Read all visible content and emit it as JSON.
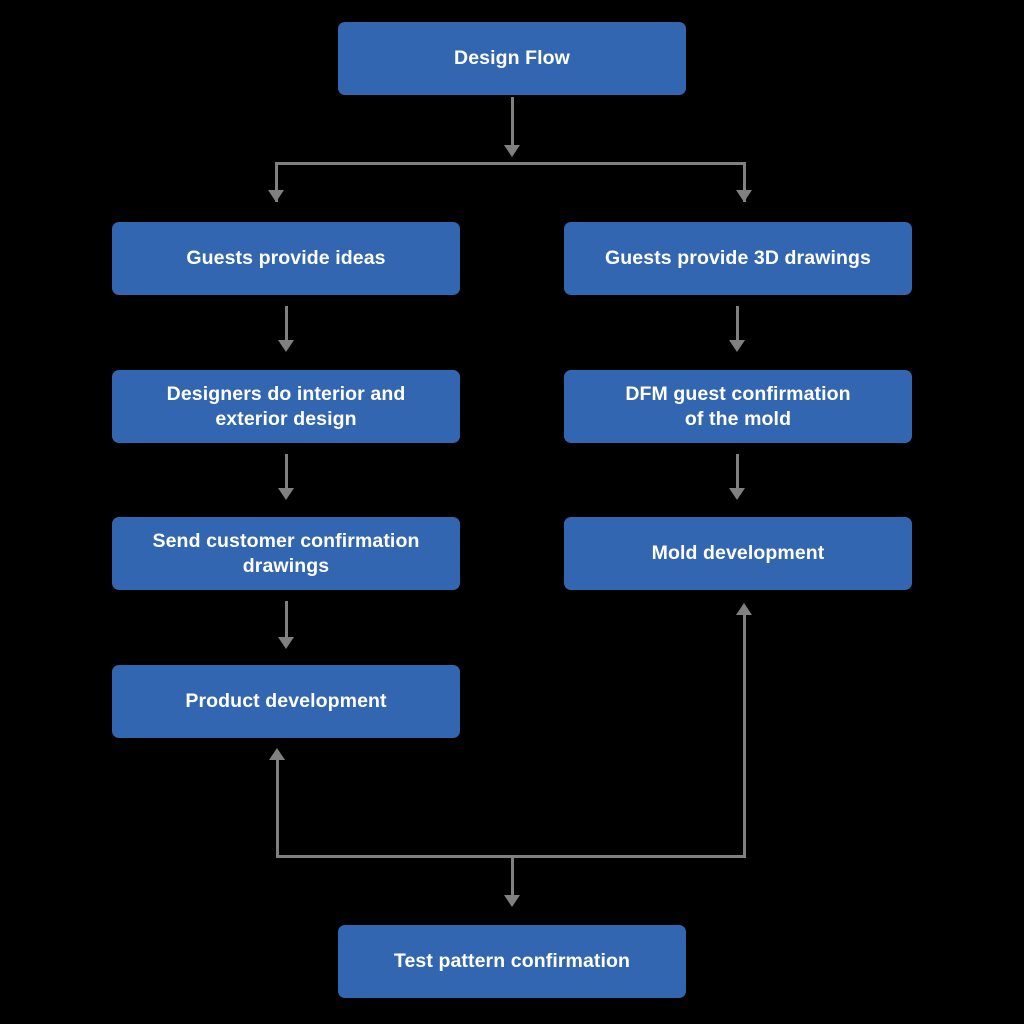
{
  "diagram": {
    "title": "Design Flow",
    "background_color": "#000000",
    "node_color": "#3366b0",
    "node_text_color": "#ffffff",
    "connector_color": "#808080",
    "nodes": [
      {
        "id": "design-flow",
        "label": "Design Flow"
      },
      {
        "id": "guests-ideas",
        "label": "Guests provide ideas"
      },
      {
        "id": "guests-3d",
        "label": "Guests provide 3D drawings"
      },
      {
        "id": "designers-design",
        "label": "Designers do interior and\nexterior design"
      },
      {
        "id": "dfm-confirmation",
        "label": "DFM guest confirmation\nof the mold"
      },
      {
        "id": "send-confirmation",
        "label": "Send customer confirmation\ndrawings"
      },
      {
        "id": "mold-development",
        "label": "Mold development"
      },
      {
        "id": "product-development",
        "label": "Product development"
      },
      {
        "id": "test-pattern",
        "label": "Test pattern confirmation"
      }
    ]
  }
}
